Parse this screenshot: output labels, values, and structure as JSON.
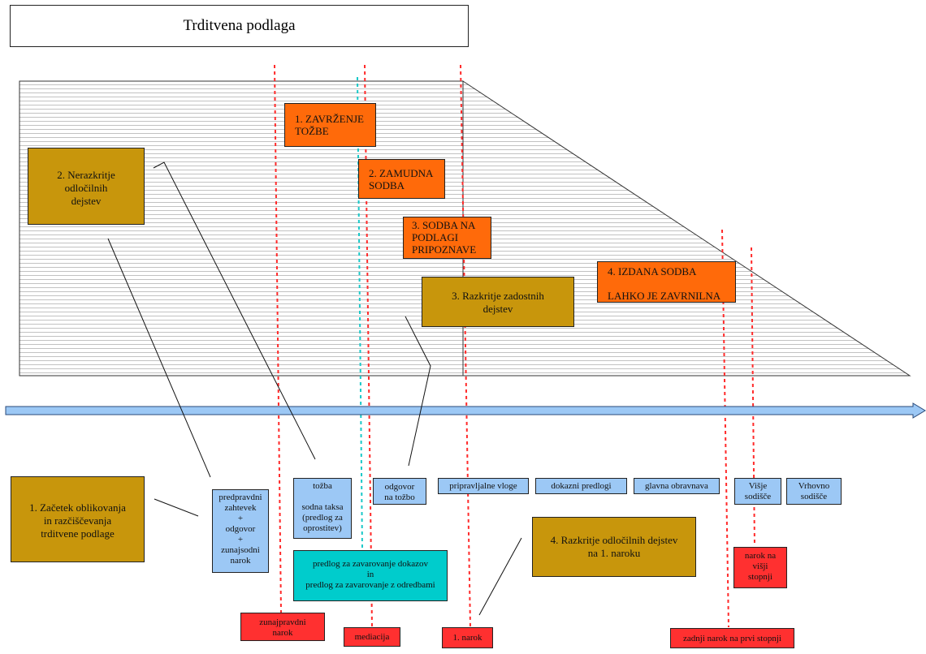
{
  "title": "Trditvena podlaga",
  "colors": {
    "gold": "#c8960c",
    "orange": "#ff6a0a",
    "blue": "#9cc8f5",
    "red": "#ff3030",
    "teal": "#00cccc",
    "timeline": "#9cc8f5"
  },
  "phases": {
    "p1": "1. Začetek oblikovanja\nin razčiščevanja\ntrditvene podlage",
    "p2": "2. Nerazkritje\nodločilnih\ndejstev",
    "p3": "3. Razkritje zadostnih\ndejstev",
    "p4": "4. Razkritje odločilnih dejstev\nna 1. naroku"
  },
  "outcomes": {
    "o1": "1. ZAVRŽENJE\nTOŽBE",
    "o2": "2. ZAMUDNA\n SODBA",
    "o3": "3. SODBA NA\nPODLAGI\nPRIPOZNAVE",
    "o4": "4. IZDANA SODBA\n\nLAHKO JE ZAVRNILNA"
  },
  "documents": {
    "predpravni": "predpravdni\nzahtevek\n+\nodgovor\n+\nzunajsodni\nnarok",
    "tozba": "tožba\n\nsodna taksa\n(predlog za\noprostitev)",
    "odgovor": "odgovor\nna tožbo",
    "pripravljalne": "pripravljalne vloge",
    "dokazni": "dokazni predlogi",
    "glavna": "glavna obravnava",
    "visje": "Višje\nsodišče",
    "vrhovno": "Vrhovno\nsodišče",
    "zavarovanje": "predlog za zavarovanje dokazov\nin\npredlog za zavarovanje z odredbami"
  },
  "events": {
    "zunajpravdni": "zunajpravdni\nnarok",
    "mediacija": "mediacija",
    "narok1": "1. narok",
    "zadnji": "zadnji narok na prvi stopnji",
    "visji": "narok na\nvišji\nstopnji"
  }
}
